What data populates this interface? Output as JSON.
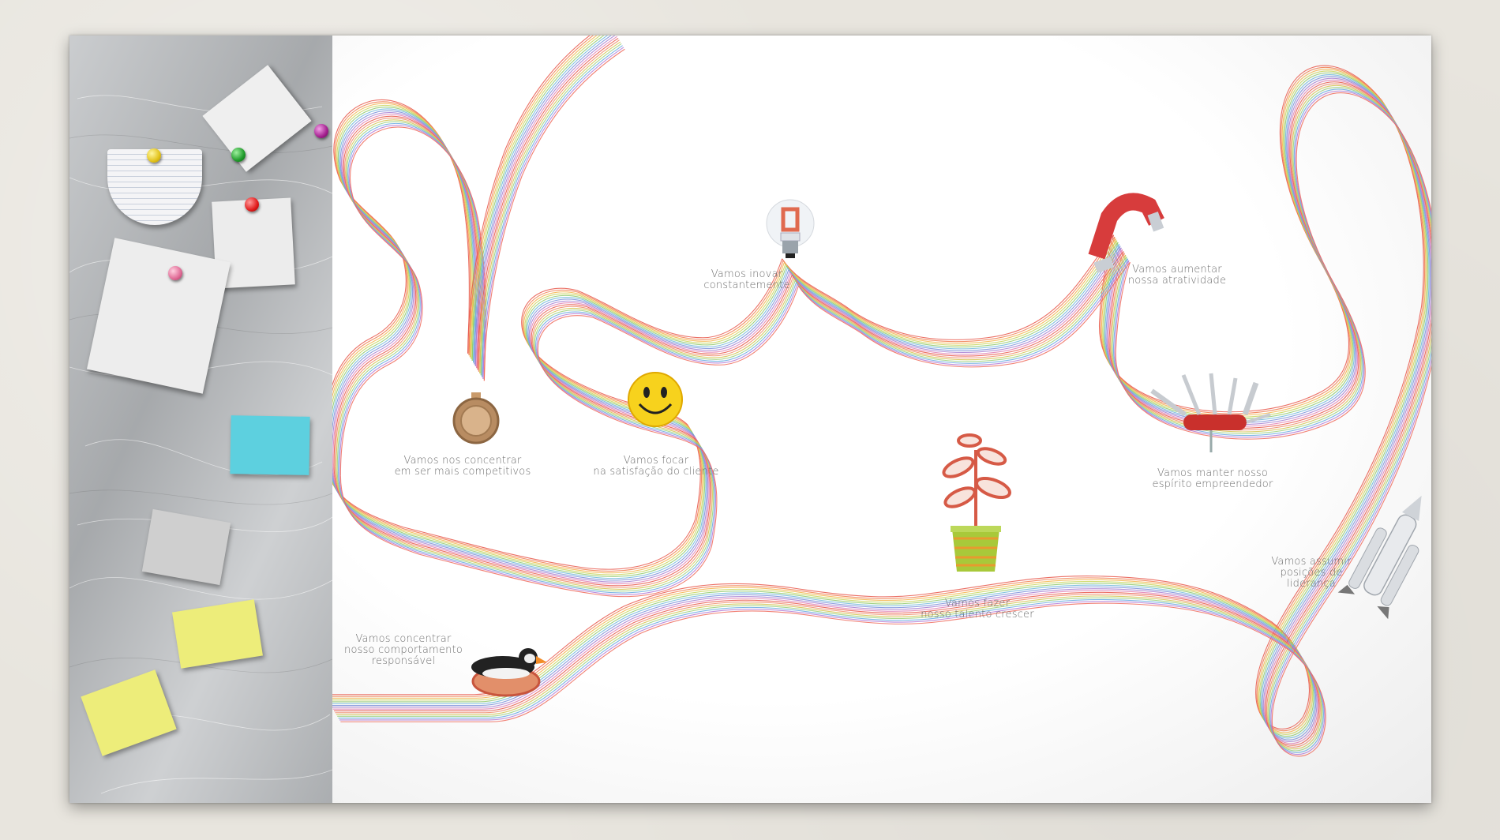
{
  "milestones": [
    {
      "id": "competitivos",
      "line1": "Vamos nos concentrar",
      "line2": "em ser mais competitivos",
      "line3": ""
    },
    {
      "id": "cliente",
      "line1": "Vamos focar",
      "line2": "na satisfação do cliente",
      "line3": ""
    },
    {
      "id": "inovar",
      "line1": "Vamos inovar",
      "line2": "constantemente",
      "line3": ""
    },
    {
      "id": "atratividade",
      "line1": "Vamos aumentar",
      "line2": "nossa atratividade",
      "line3": ""
    },
    {
      "id": "empreendedor",
      "line1": "Vamos manter nosso",
      "line2": "espírito empreendedor",
      "line3": ""
    },
    {
      "id": "talento",
      "line1": "Vamos fazer",
      "line2": "nosso talento crescer",
      "line3": ""
    },
    {
      "id": "lideranca",
      "line1": "Vamos assumir",
      "line2": "posições de",
      "line3": "liderança"
    },
    {
      "id": "comportamento",
      "line1": "Vamos concentrar",
      "line2": "nosso comportamento",
      "line3": "responsável"
    }
  ],
  "colors": {
    "ribbon": [
      "#e8574a",
      "#f07d4f",
      "#f3b34a",
      "#c9d55a",
      "#8fc96b",
      "#6fb7d9",
      "#7a8fd9",
      "#a67fd1",
      "#e07fb3",
      "#e8574a",
      "#f08a6a",
      "#d4c24d",
      "#9ad07a",
      "#66a9e0",
      "#b17ad6",
      "#ef6a5c"
    ],
    "metal": "#b9bcbf",
    "sticky_blue": "#5dd0df",
    "sticky_yellow": "#eded7a",
    "sticky_gray": "#cfcfcf"
  },
  "icons": [
    "medal-icon",
    "smiley-icon",
    "light-bulb-icon",
    "magnet-icon",
    "pocket-knife-icon",
    "plant-pot-icon",
    "rocket-icon",
    "puffin-nest-icon"
  ]
}
